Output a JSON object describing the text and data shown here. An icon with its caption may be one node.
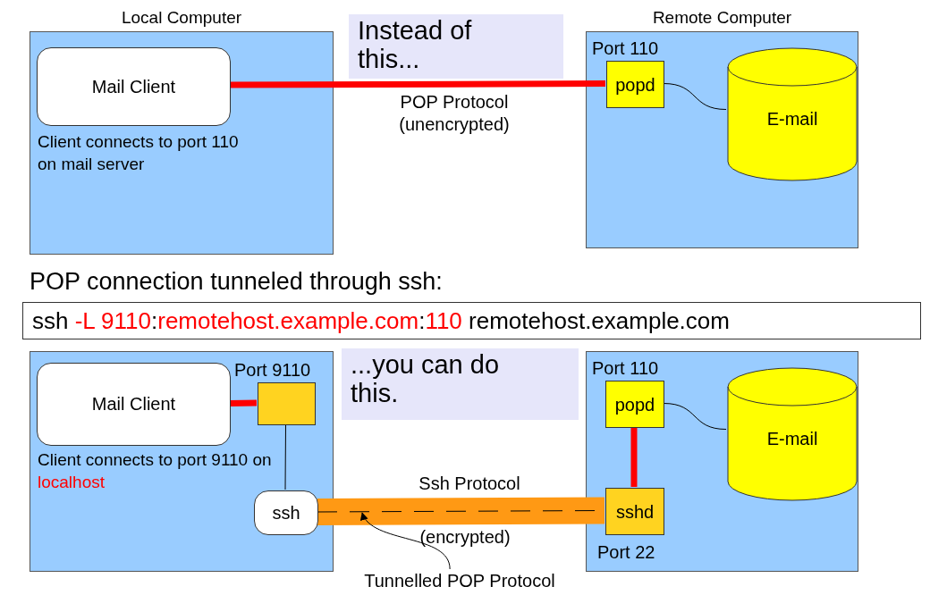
{
  "diagram": {
    "nodes": [
      {
        "text": [
          "Local Computer",
          "Client connects to port 110 on mail server"
        ]
      },
      {
        "text": [
          "Mail Client"
        ],
        "in": 0
      },
      {
        "text": [
          "Remote Computer"
        ]
      },
      {
        "text": [
          "popd"
        ],
        "in": 2,
        "beside": [
          "Port 110"
        ]
      },
      {
        "text": [
          "E-mail"
        ],
        "in": 2
      },
      {
        "text": [
          "Instead of this..."
        ]
      },
      {
        "text": [
          "ssh",
          "-L 9110",
          ":",
          "remotehost.example.com",
          ":",
          "110",
          "remotehost.example.com"
        ]
      },
      {
        "text": [
          "Client connects to port 9110 on",
          "localhost"
        ]
      },
      {
        "text": [
          "Mail Client"
        ],
        "in": 7
      },
      {
        "text": [],
        "shape": "box",
        "in": 7,
        "beside": [
          "Port 9110"
        ]
      },
      {
        "text": [
          "ssh"
        ],
        "in": 7
      },
      {
        "text": [
          "...you can do this."
        ]
      },
      {
        "text": [],
        "shape": "box"
      },
      {
        "text": [
          "popd"
        ],
        "in": 12,
        "beside": [
          "Port 110"
        ]
      },
      {
        "text": [
          "E-mail"
        ],
        "in": 12
      },
      {
        "text": [
          "sshd"
        ],
        "in": 12,
        "beside": [
          "Port 22"
        ]
      },
      {
        "text": [
          "Tunnelled POP Protocol"
        ]
      }
    ],
    "edges": [
      {
        "from": 1,
        "to": 3,
        "arrow": "none",
        "label": "POP Protocol (unencrypted)",
        "style": "thick",
        "color": "#ff0000"
      },
      {
        "from": 3,
        "to": 4,
        "arrow": "none"
      },
      {
        "from": 8,
        "to": 9,
        "arrow": "none",
        "style": "thick",
        "color": "#ff0000"
      },
      {
        "from": 9,
        "to": 10,
        "arrow": "none"
      },
      {
        "from": 10,
        "to": 15,
        "arrow": "none",
        "label": "Ssh Protocol",
        "style": "thick",
        "color": "#ff9914"
      },
      {
        "from": 10,
        "to": 15,
        "arrow": "none",
        "style": "dashed"
      },
      {
        "from": 13,
        "to": 15,
        "arrow": "none",
        "style": "thick",
        "color": "#ff0000"
      },
      {
        "from": 13,
        "to": 14,
        "arrow": "none"
      },
      {
        "from": 16,
        "to": null,
        "arrow": "to"
      }
    ],
    "labels": [
      "POP connection tunneled through ssh:",
      "(encrypted)"
    ]
  }
}
